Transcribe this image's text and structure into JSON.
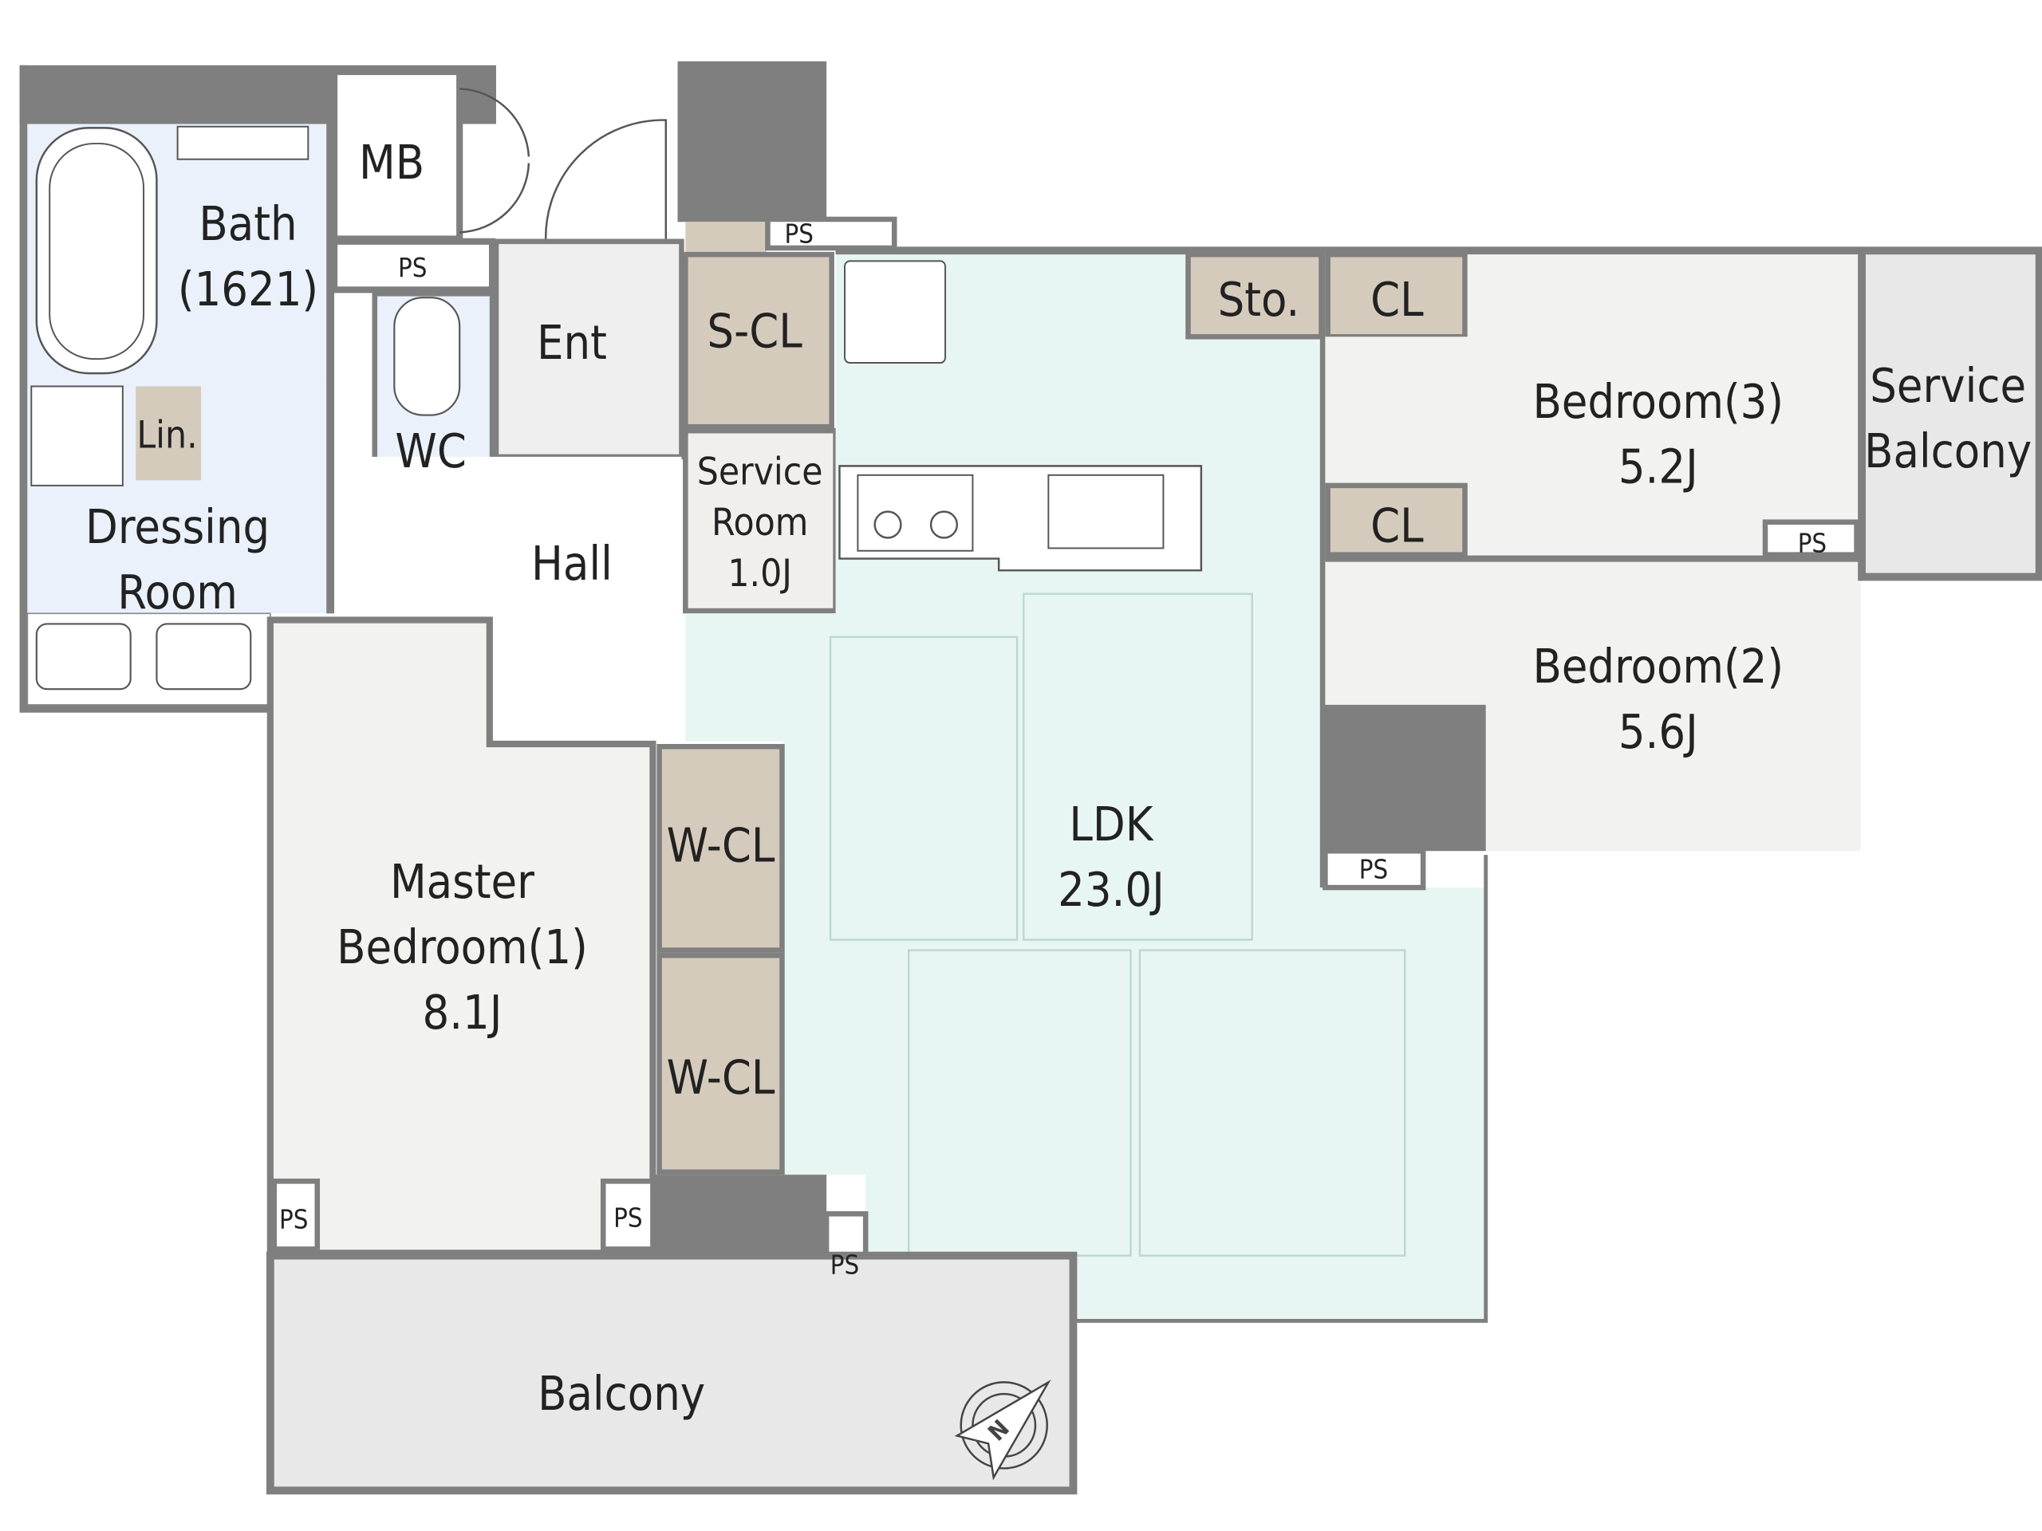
{
  "plan": {
    "rooms": {
      "mb": "MB",
      "bath": "Bath",
      "bath_size": "(1621)",
      "lin": "Lin.",
      "dressing_1": "Dressing",
      "dressing_2": "Room",
      "wc": "WC",
      "ent": "Ent",
      "hall": "Hall",
      "scl": "S-CL",
      "service_room_1": "Service",
      "service_room_2": "Room",
      "service_room_size": "1.0J",
      "sto": "Sto.",
      "cl_top": "CL",
      "cl_mid": "CL",
      "bedroom3": "Bedroom(3)",
      "bedroom3_size": "5.2J",
      "bedroom2": "Bedroom(2)",
      "bedroom2_size": "5.6J",
      "service_balcony_1": "Service",
      "service_balcony_2": "Balcony",
      "ldk": "LDK",
      "ldk_size": "23.0J",
      "master_1": "Master",
      "master_2": "Bedroom(1)",
      "master_size": "8.1J",
      "wcl_1": "W-CL",
      "wcl_2": "W-CL",
      "balcony": "Balcony"
    },
    "ps_labels": [
      "PS",
      "PS",
      "PS",
      "PS",
      "PS",
      "PS",
      "PS"
    ],
    "compass_label": "N",
    "colors": {
      "wall": "#7f7f7f",
      "wet_area": "#eaf1fb",
      "ldk": "#e8f6f3",
      "bedroom": "#f2f2f0",
      "closet": "#d5cbbc",
      "balcony": "#e8e8e8"
    }
  }
}
